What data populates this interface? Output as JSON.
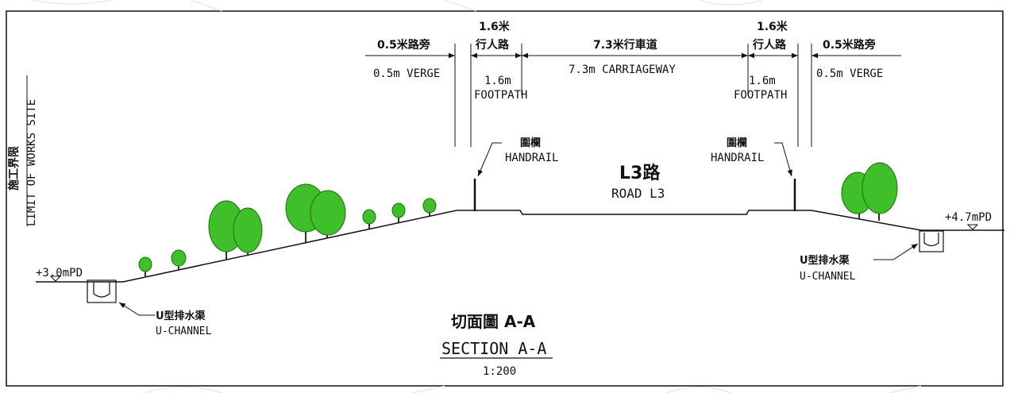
{
  "section": {
    "title_zh": "切面圖 A-A",
    "title_en": "SECTION A-A",
    "scale": "1:200"
  },
  "road": {
    "zh": "L3路",
    "en": "ROAD L3"
  },
  "limit": {
    "zh": "施工界限",
    "en": "LIMIT OF WORKS SITE"
  },
  "dims": {
    "verge_left_zh": "0.5米路旁",
    "verge_left_en": "0.5m VERGE",
    "foot_left_zh1": "1.6米",
    "foot_left_zh2": "行人路",
    "foot_left_en1": "1.6m",
    "foot_left_en2": "FOOTPATH",
    "carriage_zh": "7.3米行車道",
    "carriage_en": "7.3m CARRIAGEWAY",
    "foot_right_zh1": "1.6米",
    "foot_right_zh2": "行人路",
    "foot_right_en1": "1.6m",
    "foot_right_en2": "FOOTPATH",
    "verge_right_zh": "0.5米路旁",
    "verge_right_en": "0.5m VERGE"
  },
  "handrail": {
    "zh": "圍欄",
    "en": "HANDRAIL"
  },
  "levels": {
    "left": "+3.0mPD",
    "right": "+4.7mPD"
  },
  "channel": {
    "zh": "U型排水渠",
    "en": "U-CHANNEL"
  }
}
